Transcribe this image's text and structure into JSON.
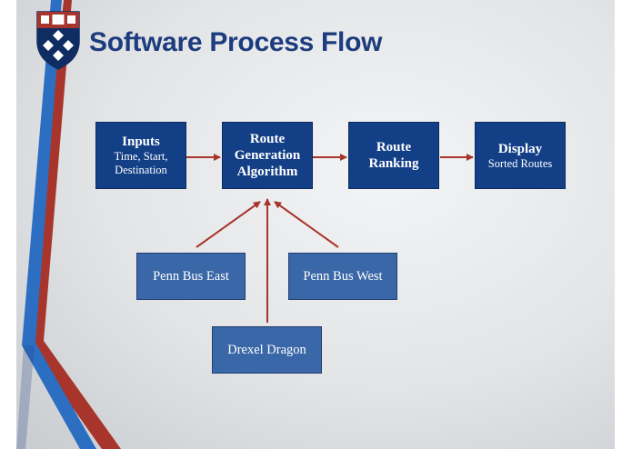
{
  "slide": {
    "title": "Software Process Flow"
  },
  "flow": {
    "inputs": {
      "title": "Inputs",
      "detail_1": "Time, Start,",
      "detail_2": "Destination"
    },
    "route_generation": {
      "line_1": "Route",
      "line_2": "Generation",
      "line_3": "Algorithm"
    },
    "route_ranking": {
      "line_1": "Route",
      "line_2": "Ranking"
    },
    "display": {
      "title": "Display",
      "detail": "Sorted Routes"
    }
  },
  "sources": {
    "penn_bus_east": "Penn Bus East",
    "penn_bus_west": "Penn Bus West",
    "drexel_dragon": "Drexel Dragon"
  },
  "colors": {
    "title": "#1d3c7e",
    "process_box": "#133f86",
    "source_box": "#3a67a7",
    "arrow": "#a8352b",
    "stripe_red": "#a8352b",
    "stripe_blue": "#2c6fc2"
  },
  "icons": {
    "logo": "university-shield-icon"
  }
}
